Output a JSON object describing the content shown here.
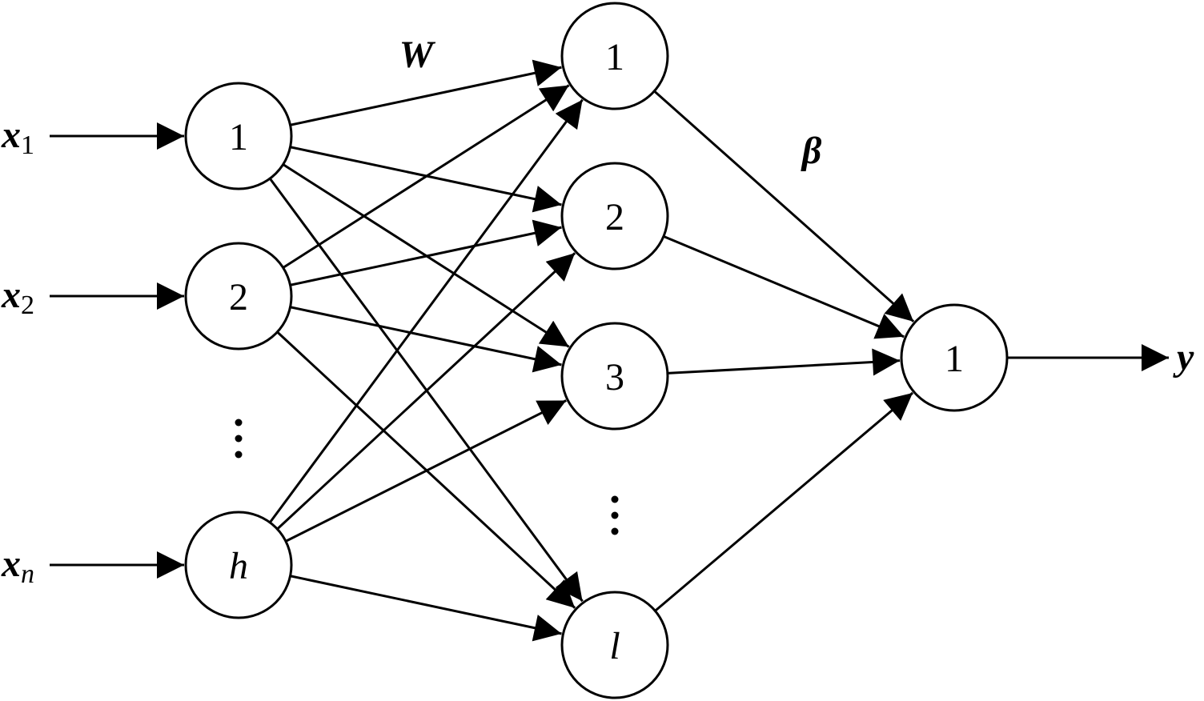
{
  "input_labels": [
    {
      "base": "x",
      "sub": "1",
      "sub_italic": false
    },
    {
      "base": "x",
      "sub": "2",
      "sub_italic": false
    },
    {
      "base": "x",
      "sub": "n",
      "sub_italic": true
    }
  ],
  "input_layer": [
    {
      "label": "1",
      "italic": false
    },
    {
      "label": "2",
      "italic": false
    },
    {
      "label": "h",
      "italic": true
    }
  ],
  "hidden_layer": [
    {
      "label": "1",
      "italic": false
    },
    {
      "label": "2",
      "italic": false
    },
    {
      "label": "3",
      "italic": false
    },
    {
      "label": "l",
      "italic": true
    }
  ],
  "output_layer": [
    {
      "label": "1",
      "italic": false
    }
  ],
  "weights": {
    "input_to_hidden": "W",
    "hidden_to_output": "β"
  },
  "output_label": "y",
  "connections": {
    "input_to_hidden": "full",
    "hidden_to_output": "full"
  }
}
